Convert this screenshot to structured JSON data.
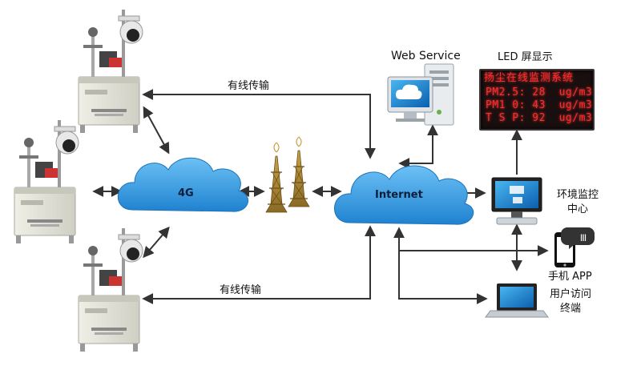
{
  "labels": {
    "web_service": "Web Service",
    "led_display": "LED 屏显示",
    "wired_top": "有线传输",
    "wired_bottom": "有线传输",
    "cloud_4g": "4G",
    "cloud_internet": "Internet",
    "env_center_line1": "环境监控",
    "env_center_line2": "中心",
    "mobile_app": "手机 APP",
    "user_terminal_line1": "用户访问",
    "user_terminal_line2": "终端"
  },
  "led": {
    "title": "扬尘在线监测系统",
    "line1": "PM2.5: 28  ug/m3",
    "line2": "PM1 0: 43  ug/m3",
    "line3": "T S P: 92  ug/m3"
  },
  "colors": {
    "cloud": "#2a8fdc",
    "arrow": "#333333",
    "led_text": "#ff2a2a",
    "station_body": "#dcdcd2"
  },
  "icons": {
    "station": "monitoring-station-icon",
    "tower": "transmission-tower-icon",
    "server": "server-icon",
    "monitor": "desktop-monitor-icon",
    "phone": "smartphone-icon",
    "laptop": "laptop-icon"
  }
}
